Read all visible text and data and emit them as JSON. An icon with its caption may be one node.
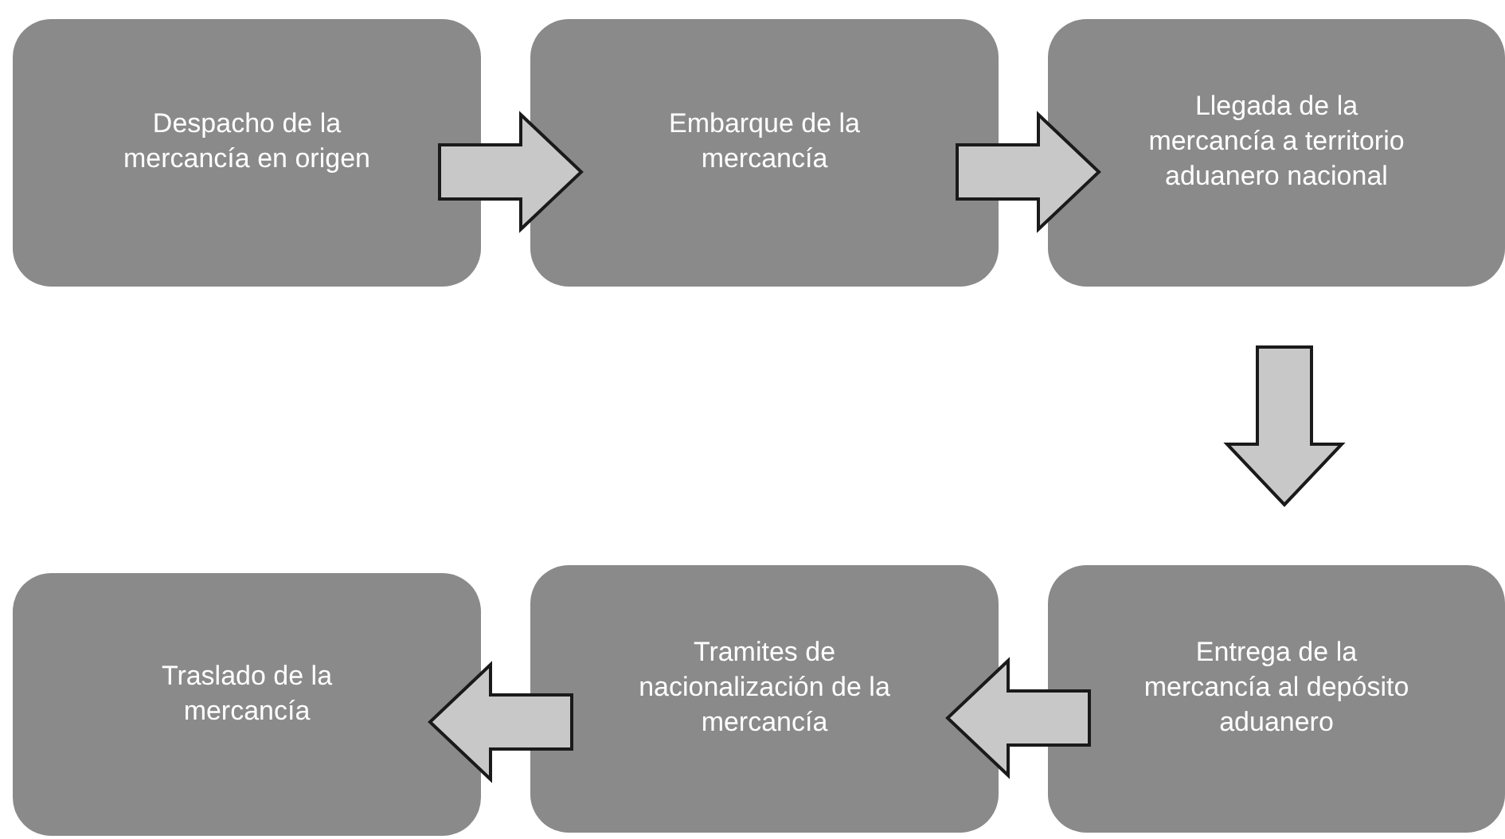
{
  "diagram": {
    "nodes": [
      {
        "text": [
          "Despacho de la mercancía en origen"
        ]
      },
      {
        "text": [
          "Embarque de la mercancía"
        ]
      },
      {
        "text": [
          "Llegada de la mercancía a territorio aduanero nacional"
        ]
      },
      {
        "text": [
          "Traslado de la mercancía"
        ]
      },
      {
        "text": [
          "Tramites de nacionalización de la mercancía"
        ]
      },
      {
        "text": [
          "Entrega de la mercancía al depósito aduanero"
        ]
      }
    ],
    "edges": [
      {
        "from": 0,
        "to": 1,
        "arrow": "to"
      },
      {
        "from": 1,
        "to": 2,
        "arrow": "to"
      },
      {
        "from": 2,
        "to": 5,
        "arrow": "to"
      },
      {
        "from": 5,
        "to": 4,
        "arrow": "to"
      },
      {
        "from": 4,
        "to": 3,
        "arrow": "to"
      }
    ]
  }
}
